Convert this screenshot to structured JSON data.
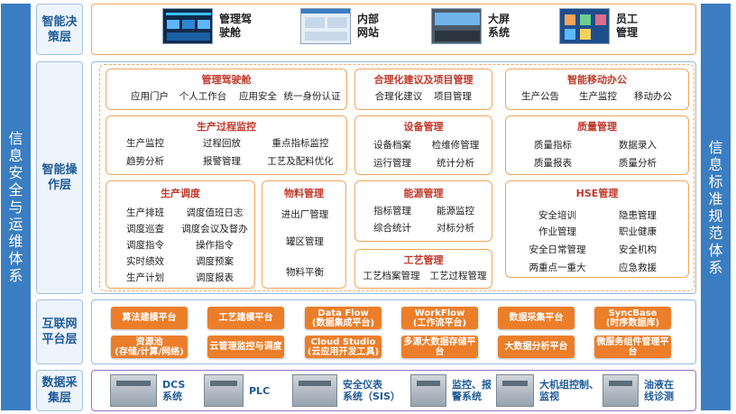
{
  "side": {
    "left": [
      "信",
      "息",
      "安",
      "全",
      "与",
      "运",
      "维",
      "体",
      "系"
    ],
    "right": [
      "信",
      "息",
      "标",
      "准",
      "规",
      "范",
      "体",
      "系"
    ]
  },
  "layers": {
    "decision": [
      "智能决",
      "策层"
    ],
    "operation": [
      "智能操",
      "作层"
    ],
    "internet": [
      "互联网",
      "平台层"
    ],
    "data": [
      "数据采",
      "集层"
    ]
  },
  "decision_items": [
    {
      "label": [
        "管理驾",
        "驶舱"
      ],
      "icon": "dashboard-screen-icon"
    },
    {
      "label": [
        "内部",
        "网站"
      ],
      "icon": "website-screen-icon"
    },
    {
      "label": [
        "大屏",
        "系统"
      ],
      "icon": "control-room-icon"
    },
    {
      "label": [
        "员工",
        "管理"
      ],
      "icon": "staff-app-icon"
    }
  ],
  "modules": {
    "cockpit": {
      "title": "管理驾驶舱",
      "items": [
        "应用门户",
        "个人工作台",
        "应用安全",
        "统一身份认证"
      ]
    },
    "rational": {
      "title": "合理化建议及项目管理",
      "items": [
        "合理化建议",
        "项目管理"
      ]
    },
    "mobile": {
      "title": "智能移动办公",
      "items": [
        "生产公告",
        "生产监控",
        "移动办公"
      ]
    },
    "process": {
      "title": "生产过程监控",
      "items": [
        "生产监控",
        "过程回放",
        "重点指标监控",
        "趋势分析",
        "报警管理",
        "工艺及配料优化"
      ]
    },
    "equipment": {
      "title": "设备管理",
      "items": [
        "设备档案",
        "检维修管理",
        "运行管理",
        "统计分析"
      ]
    },
    "quality": {
      "title": "质量管理",
      "items": [
        "质量指标",
        "数据录入",
        "质量报表",
        "质量分析"
      ]
    },
    "dispatch": {
      "title": "生产调度",
      "items": [
        "生产排班",
        "调度值班日志",
        "调度巡查",
        "调度会议及督办",
        "调度指令",
        "操作指令",
        "实时绩效",
        "调度预案",
        "生产计划",
        "调度报表"
      ]
    },
    "material": {
      "title": "物料管理",
      "items": [
        "进出厂管理",
        "罐区管理",
        "物料平衡"
      ]
    },
    "energy": {
      "title": "能源管理",
      "items": [
        "指标管理",
        "能源监控",
        "综合统计",
        "对标分析"
      ]
    },
    "hse": {
      "title": "HSE管理",
      "items": [
        "安全培训",
        "隐患管理",
        "作业管理",
        "职业健康",
        "安全日常管理",
        "安全机构",
        "两重点一重大",
        "应急救援"
      ]
    },
    "craft": {
      "title": "工艺管理",
      "items": [
        "工艺档案管理",
        "工艺过程管理"
      ]
    }
  },
  "platforms": [
    [
      "算法建模平台"
    ],
    [
      "工艺建模平台"
    ],
    [
      "Data Flow",
      "(数据集成平台)"
    ],
    [
      "WorkFlow",
      "(工作流平台)"
    ],
    [
      "数据采集平台"
    ],
    [
      "SyncBase",
      "(时序数据库)"
    ],
    [
      "资源池",
      "(存储/计算/网络)"
    ],
    [
      "云管理监控与调度"
    ],
    [
      "Cloud Studio",
      "(云应用开发工具)"
    ],
    [
      "多源大数据存储平台"
    ],
    [
      "大数据分析平台"
    ],
    [
      "微服务组件管理平台"
    ]
  ],
  "devices": [
    {
      "label": [
        "DCS",
        "系统"
      ]
    },
    {
      "label": [
        "PLC"
      ]
    },
    {
      "label": [
        "安全仪表",
        "系统（SIS）"
      ]
    },
    {
      "label": [
        "监控、报",
        "警系统"
      ]
    },
    {
      "label": [
        "大机组控制、",
        "监视"
      ]
    },
    {
      "label": [
        "油液在",
        "线诊测"
      ]
    }
  ],
  "colors": {
    "side_bar": "#3a7dc0",
    "platform_button": "#ec7e2a",
    "module_title": "#c0392b",
    "device_label": "#1f5a99"
  }
}
